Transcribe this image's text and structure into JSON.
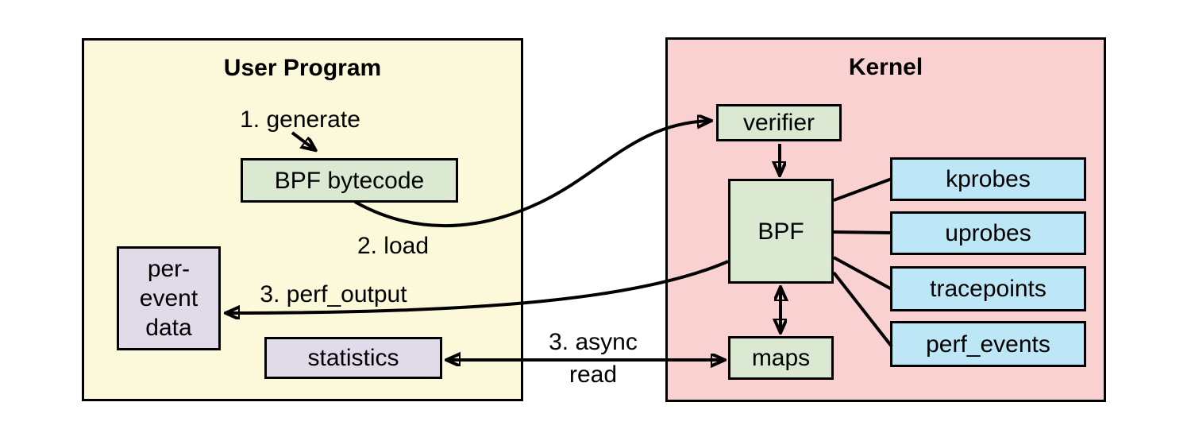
{
  "user_program": {
    "title": "User Program",
    "nodes": {
      "bpf_bytecode": {
        "label": "BPF bytecode"
      },
      "per_event_data": {
        "label": "per-\nevent\ndata"
      },
      "statistics": {
        "label": "statistics"
      }
    },
    "annotations": {
      "generate": "1. generate",
      "load": "2. load",
      "perf_output": "3. perf_output",
      "async_read_line1": "3. async",
      "async_read_line2": "read"
    }
  },
  "kernel": {
    "title": "Kernel",
    "nodes": {
      "verifier": {
        "label": "verifier"
      },
      "bpf": {
        "label": "BPF"
      },
      "maps": {
        "label": "maps"
      },
      "kprobes": {
        "label": "kprobes"
      },
      "uprobes": {
        "label": "uprobes"
      },
      "tracepoints": {
        "label": "tracepoints"
      },
      "perf_events": {
        "label": "perf_events"
      }
    }
  },
  "edges": [
    {
      "from": "1. generate",
      "to": "BPF bytecode",
      "style": "arrow"
    },
    {
      "from": "BPF bytecode",
      "to": "verifier",
      "label": "2. load",
      "style": "curved-arrow"
    },
    {
      "from": "verifier",
      "to": "BPF",
      "style": "arrow"
    },
    {
      "from": "BPF",
      "to": "per-event data",
      "label": "3. perf_output",
      "style": "curved-arrow"
    },
    {
      "from": "maps",
      "to": "statistics",
      "label": "3. async read",
      "style": "double-arrow"
    },
    {
      "from": "BPF",
      "to": "maps",
      "style": "double-arrow"
    },
    {
      "from": "BPF",
      "to": "kprobes",
      "style": "line"
    },
    {
      "from": "BPF",
      "to": "uprobes",
      "style": "line"
    },
    {
      "from": "BPF",
      "to": "tracepoints",
      "style": "line"
    },
    {
      "from": "BPF",
      "to": "perf_events",
      "style": "line"
    }
  ],
  "colors": {
    "user_program_bg": "#FBF9DA",
    "kernel_bg": "#F9D1D1",
    "process_box_bg": "#DBE9D3",
    "event_source_box_bg": "#BDE7F6",
    "data_box_bg": "#E1DBE9",
    "line_color": "#000000"
  }
}
